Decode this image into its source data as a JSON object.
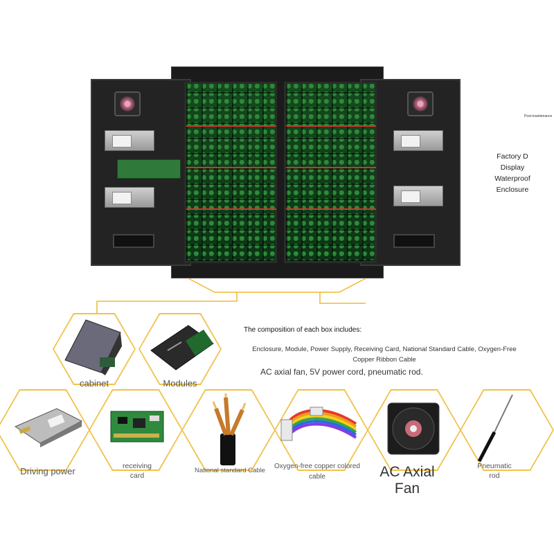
{
  "side_caption": {
    "tiny_note": "Post-maintenance",
    "lines": [
      "Factory D",
      "Display",
      "Waterproof",
      "Enclosure"
    ]
  },
  "composition": {
    "heading": "The composition of each box includes:",
    "items_text": "Enclosure, Module, Power Supply, Receiving Card, National Standard Cable, Oxygen-Free Copper Ribbon Cable",
    "extra_text": "AC axial fan, 5V power cord, pneumatic rod."
  },
  "components": [
    {
      "label": "cabinet"
    },
    {
      "label": "Modules"
    },
    {
      "label": "Driving power"
    },
    {
      "label": "receiving card"
    },
    {
      "label": "National standard Cable"
    },
    {
      "label": "Oxygen-free copper colored cable"
    },
    {
      "label": "AC Axial Fan"
    },
    {
      "label": "Pneumatic rod"
    }
  ],
  "colors": {
    "accent_gold": "#f1b92e",
    "panel_green": "#154a1e",
    "cable_red": "#d8332a"
  }
}
